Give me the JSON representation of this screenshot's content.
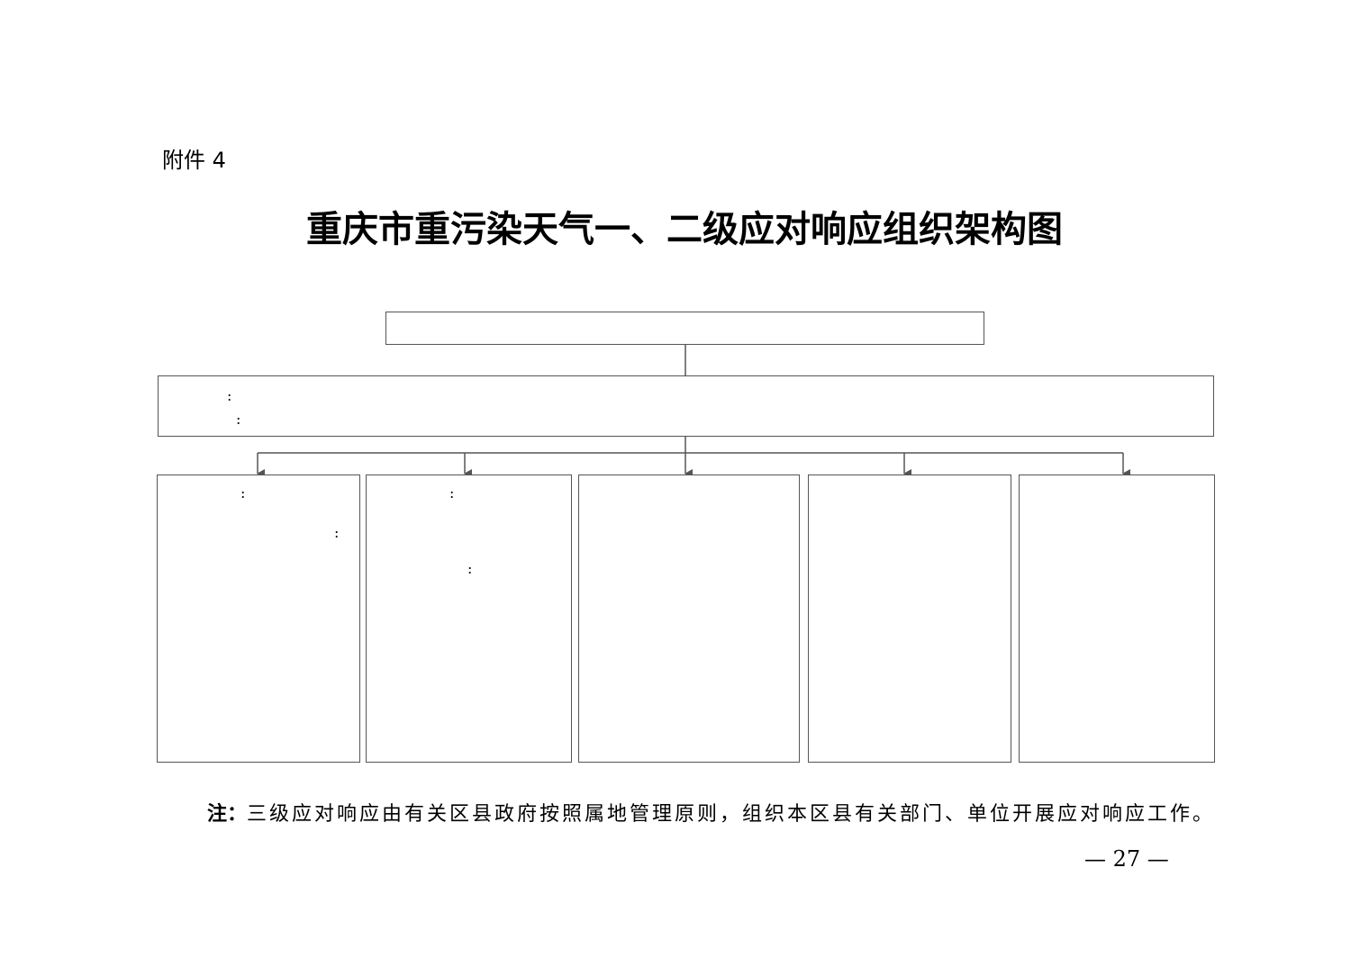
{
  "header": {
    "attachment_label": "附件 4"
  },
  "title": "重庆市重污染天气一、二级应对响应组织架构图",
  "chart": {
    "top_box": "",
    "middle_box": {
      "lines": [
        ":",
        ":"
      ]
    },
    "columns": [
      {
        "lines": [
          ":",
          ":"
        ]
      },
      {
        "lines": [
          ":",
          ":"
        ]
      },
      {
        "lines": []
      },
      {
        "lines": []
      },
      {
        "lines": []
      }
    ]
  },
  "footer": {
    "note_label": "注：",
    "note_text": "三级应对响应由有关区县政府按照属地管理原则，组织本区县有关部门、单位开展应对响应工作。",
    "page_number": "— 27 —"
  }
}
